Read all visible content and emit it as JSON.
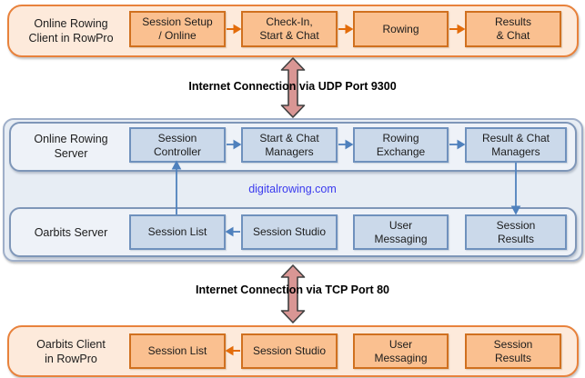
{
  "colors": {
    "orange_panel_fill": "#FDEADB",
    "orange_panel_border": "#E8823C",
    "orange_box_fill": "#FAC090",
    "orange_box_border": "#D0701F",
    "orange_arrow": "#E36C0A",
    "blue_panel_fill": "#E7EDF4",
    "blue_panel_border": "#9FAFC9",
    "blue_inner_fill": "#EEF2F8",
    "blue_inner_border": "#7E96B8",
    "blue_box_fill": "#CBD9EA",
    "blue_box_border": "#6F91BD",
    "blue_arrow": "#4F81BD",
    "link_arrow_fill": "#D99694",
    "link_arrow_outline": "#404040",
    "site_link_text": "#3A3AEE"
  },
  "rowpro_online_client": {
    "label": "Online Rowing\nClient in RowPro",
    "boxes": [
      "Session Setup\n/ Online",
      "Check-In,\nStart & Chat",
      "Rowing",
      "Results\n& Chat"
    ]
  },
  "udp_link": {
    "label": "Internet Connection via UDP Port 9300"
  },
  "online_rowing_server": {
    "label": "Online Rowing\nServer",
    "boxes": [
      "Session\nController",
      "Start & Chat\nManagers",
      "Rowing\nExchange",
      "Result & Chat\nManagers"
    ]
  },
  "site": {
    "label": "digitalrowing.com"
  },
  "oarbits_server": {
    "label": "Oarbits Server",
    "boxes": [
      "Session List",
      "Session Studio",
      "User\nMessaging",
      "Session\nResults"
    ]
  },
  "tcp_link": {
    "label": "Internet Connection via TCP Port 80"
  },
  "oarbits_client": {
    "label": "Oarbits Client\nin RowPro",
    "boxes": [
      "Session List",
      "Session Studio",
      "User\nMessaging",
      "Session\nResults"
    ]
  }
}
